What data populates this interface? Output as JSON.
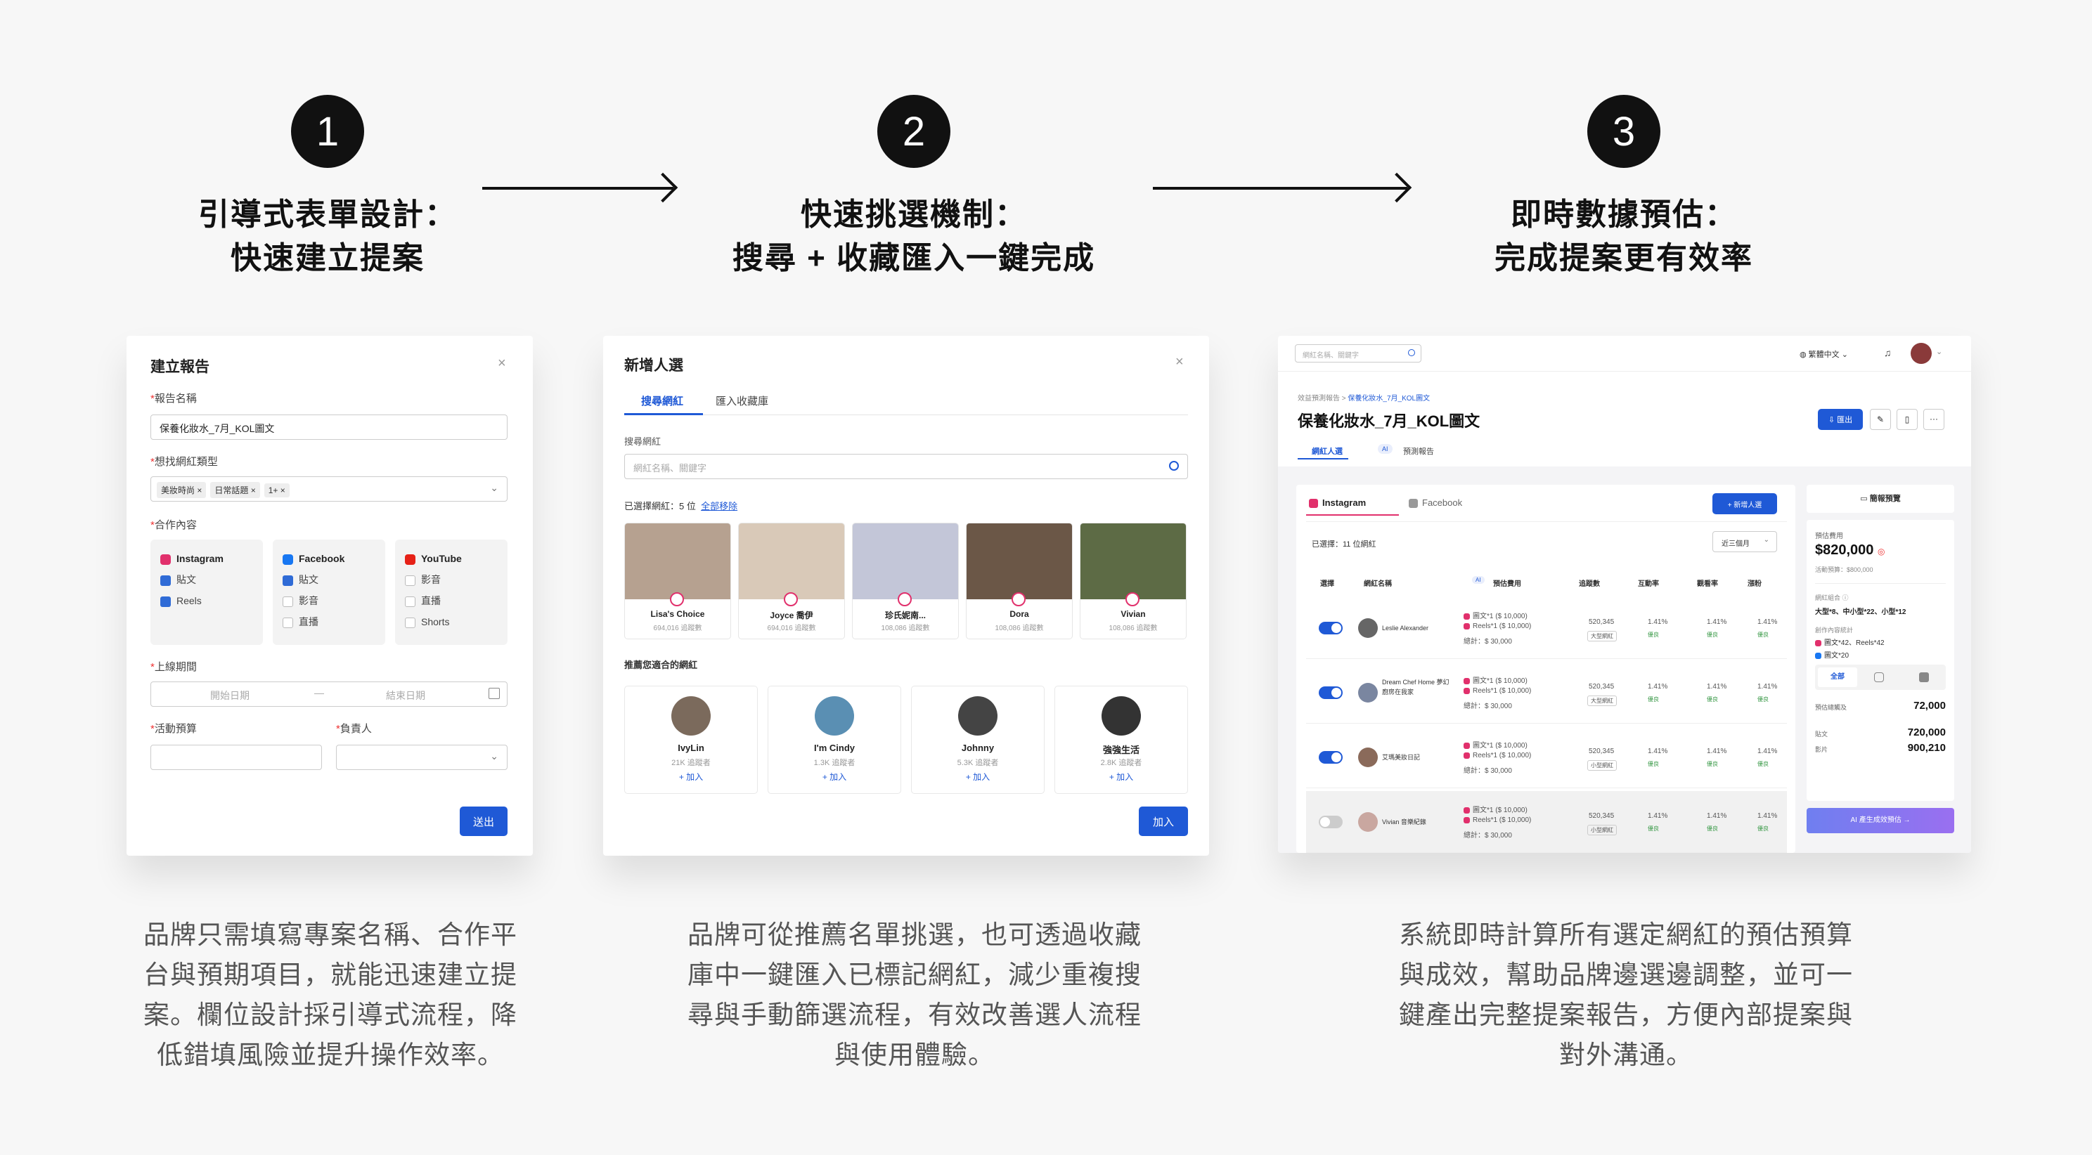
{
  "steps": [
    {
      "num": "1",
      "title_line1": "引導式表單設計：",
      "title_line2": "快速建立提案",
      "desc": [
        "品牌只需填寫專案名稱、合作平",
        "台與預期項目，就能迅速建立提",
        "案。欄位設計採引導式流程，降",
        "低錯填風險並提升操作效率。"
      ]
    },
    {
      "num": "2",
      "title_line1": "快速挑選機制：",
      "title_line2": "搜尋 + 收藏匯入一鍵完成",
      "desc": [
        "品牌可從推薦名單挑選，也可透過收藏",
        "庫中一鍵匯入已標記網紅，減少重複搜",
        "尋與手動篩選流程，有效改善選人流程",
        "與使用體驗。"
      ]
    },
    {
      "num": "3",
      "title_line1": "即時數據預估：",
      "title_line2": "完成提案更有效率",
      "desc": [
        "系統即時計算所有選定網紅的預估預算",
        "與成效，幫助品牌邊選邊調整，並可一",
        "鍵產出完整提案報告，方便內部提案與",
        "對外溝通。"
      ]
    }
  ],
  "form": {
    "title": "建立報告",
    "close": "×",
    "name_label": "報告名稱",
    "name_value": "保養化妝水_7月_KOL圖文",
    "type_label": "想找網紅類型",
    "type_tags": [
      "美妝時尚",
      "日常話題",
      "1+"
    ],
    "content_label": "合作內容",
    "platforms": [
      {
        "name": "Instagram",
        "items": [
          {
            "label": "貼文",
            "on": true
          },
          {
            "label": "Reels",
            "on": true
          }
        ]
      },
      {
        "name": "Facebook",
        "items": [
          {
            "label": "貼文",
            "on": true
          },
          {
            "label": "影音",
            "on": false
          },
          {
            "label": "直播",
            "on": false
          }
        ]
      },
      {
        "name": "YouTube",
        "items": [
          {
            "label": "影音",
            "on": false
          },
          {
            "label": "直播",
            "on": false
          },
          {
            "label": "Shorts",
            "on": false
          }
        ]
      }
    ],
    "period_label": "上線期間",
    "start_ph": "開始日期",
    "end_ph": "結束日期",
    "budget_label": "活動預算",
    "owner_label": "負責人",
    "submit": "送出"
  },
  "picker": {
    "title": "新增人選",
    "close": "×",
    "tabs": [
      "搜尋網紅",
      "匯入收藏庫"
    ],
    "search_label": "搜尋網紅",
    "search_ph": "網紅名稱、關鍵字",
    "selected_text": "已選擇網紅：5 位",
    "remove_all": "全部移除",
    "selected": [
      {
        "name": "Lisa's Choice",
        "sub": "694,016 追蹤數",
        "color": "#b6a190"
      },
      {
        "name": "Joyce 喬伊",
        "sub": "694,016 追蹤數",
        "color": "#d9c9b8"
      },
      {
        "name": "珍氏妮南...",
        "sub": "108,086 追蹤數",
        "color": "#c3c6d8"
      },
      {
        "name": "Dora",
        "sub": "108,086 追蹤數",
        "color": "#6b5747"
      },
      {
        "name": "Vivian",
        "sub": "108,086 追蹤數",
        "color": "#5d6b45"
      }
    ],
    "rec_label": "推薦您適合的網紅",
    "recommend": [
      {
        "name": "IvyLin",
        "sub": "21K 追蹤者",
        "add": "+ 加入"
      },
      {
        "name": "I'm Cindy",
        "sub": "1.3K 追蹤者",
        "add": "+ 加入"
      },
      {
        "name": "Johnny",
        "sub": "5.3K 追蹤者",
        "add": "+ 加入"
      },
      {
        "name": "強強生活",
        "sub": "2.8K 追蹤者",
        "add": "+ 加入"
      }
    ],
    "submit": "加入"
  },
  "report": {
    "search_ph": "網紅名稱、關鍵字",
    "lang": "繁體中文",
    "breadcrumb_root": "效益預測報告",
    "breadcrumb_sep": ">",
    "breadcrumb_cur": "保養化妝水_7月_KOL圖文",
    "title": "保養化妝水_7月_KOL圖文",
    "export": "匯出",
    "tabs": [
      "網紅人選",
      "AI",
      "預測報告"
    ],
    "platform_tabs": [
      "Instagram",
      "Facebook"
    ],
    "add_btn": "+ 新增人選",
    "selected_count": "已選擇：11 位網紅",
    "range": "近三個月",
    "cols": [
      "選擇",
      "網紅名稱",
      "AI",
      "預估費用",
      "追蹤數",
      "互動率",
      "觀看率",
      "漲粉"
    ],
    "rows": [
      {
        "name": "Leslie Alexander",
        "on": true,
        "lines": [
          "圖文*1 ($ 10,000)",
          "Reels*1 ($ 10,000)",
          "總計：$ 30,000"
        ],
        "followers": "520,345",
        "tier": "大型網紅",
        "v1": "1.41%",
        "v2": "1.41%",
        "v3": "1.41%",
        "q": "優良"
      },
      {
        "name": "Dream Chef Home 夢幻廚房在我家",
        "on": true,
        "lines": [
          "圖文*1 ($ 10,000)",
          "Reels*1 ($ 10,000)",
          "總計：$ 30,000"
        ],
        "followers": "520,345",
        "tier": "大型網紅",
        "v1": "1.41%",
        "v2": "1.41%",
        "v3": "1.41%",
        "q": "優良"
      },
      {
        "name": "艾瑪美妝日記",
        "on": true,
        "lines": [
          "圖文*1 ($ 10,000)",
          "Reels*1 ($ 10,000)",
          "總計：$ 30,000"
        ],
        "followers": "520,345",
        "tier": "小型網紅",
        "v1": "1.41%",
        "v2": "1.41%",
        "v3": "1.41%",
        "q": "優良"
      },
      {
        "name": "Vivian 音樂紀錄",
        "on": false,
        "lines": [
          "圖文*1 ($ 10,000)",
          "Reels*1 ($ 10,000)",
          "總計：$ 30,000"
        ],
        "followers": "520,345",
        "tier": "小型網紅",
        "v1": "1.41%",
        "v2": "1.41%",
        "v3": "1.41%",
        "q": "優良"
      }
    ],
    "side_title": "簡報預覽",
    "est_label": "預估費用",
    "est_value": "$820,000",
    "budget_text": "活動預算：$800,000",
    "mix_label": "網紅組合",
    "mix_value": "大型*8、中小型*22、小型*12",
    "content_label": "創作內容統計",
    "content_l1": "圖文*42、Reels*42",
    "content_l2": "圖文*20",
    "side_tabs": [
      "全部"
    ],
    "metrics": [
      {
        "k": "預估總觸及",
        "v": "72,000"
      },
      {
        "k": "貼文",
        "v": "720,000"
      },
      {
        "k": "影片",
        "v": "900,210"
      }
    ],
    "ai_btn": "AI 產生成效預估 →"
  },
  "colors": {
    "accent": "#1f59d6",
    "ig": "#e1306c",
    "fb": "#1877f2",
    "yt": "#e62117"
  }
}
